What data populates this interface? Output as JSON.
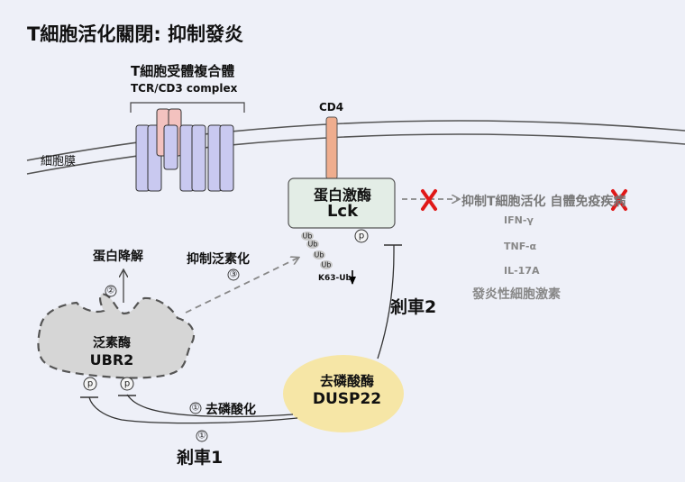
{
  "title": "T細胞活化關閉: 抑制發炎",
  "membrane_label": "細胞膜",
  "tcr": {
    "label_zh": "T細胞受體複合體",
    "label_en": "TCR/CD3 complex"
  },
  "cd4_label": "CD4",
  "lck": {
    "label_zh": "蛋白激酶",
    "label_en": "Lck"
  },
  "ub_label": "Ub",
  "k63_label": "K63-Ub",
  "p_label": "p",
  "downstream": {
    "effect_text": "抑制T細胞活化 自體免疫疾病",
    "cytokines": [
      "IFN-γ",
      "TNF-α",
      "IL-17A"
    ],
    "cytokine_label": "發炎性細胞激素"
  },
  "ubr2": {
    "label_zh": "泛素酶",
    "label_en": "UBR2"
  },
  "dusp22": {
    "label_zh": "去磷酸酶",
    "label_en": "DUSP22"
  },
  "steps": {
    "one": "①",
    "two": "②",
    "three": "③"
  },
  "degradation_label": "蛋白降解",
  "ubiquitination_label": "抑制泛素化",
  "dephosphorylation_label": "去磷酸化",
  "brake1_label": "剎車1",
  "brake2_label": "剎車2",
  "colors": {
    "background": "#eef0f8",
    "subunit_blue": "#c9c9f0",
    "subunit_pink": "#f3c2bf",
    "cd4_orange": "#efad8e",
    "lck_fill": "#e3ede6",
    "dusp22_fill": "#f6e6a6",
    "ubr2_fill": "#d6d6d6",
    "red_x": "#e01818"
  }
}
